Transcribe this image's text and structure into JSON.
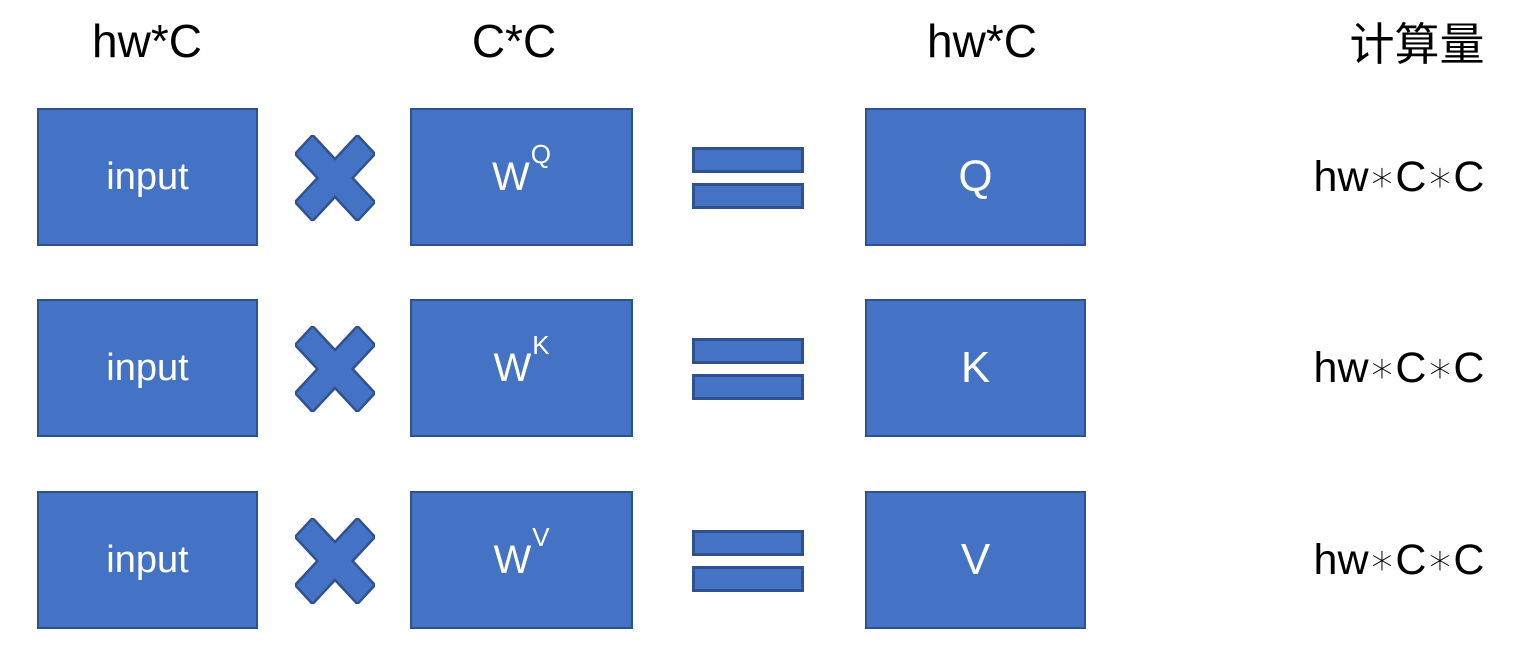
{
  "colors": {
    "shape_fill": "#4472C4",
    "shape_border": "#2F528F",
    "shape_text": "#FFFFFF",
    "label_text": "#000000",
    "background": "#FFFFFF"
  },
  "headers": {
    "col_input": "hw*C",
    "col_weight": "C*C",
    "col_result": "hw*C",
    "col_computation": "计算量"
  },
  "icons": {
    "multiply": "✕",
    "equals": "="
  },
  "rows": [
    {
      "input": "input",
      "weight_base": "W",
      "weight_sup": "Q",
      "result": "Q",
      "computation": "hw∗C∗C"
    },
    {
      "input": "input",
      "weight_base": "W",
      "weight_sup": "K",
      "result": "K",
      "computation": "hw∗C∗C"
    },
    {
      "input": "input",
      "weight_base": "W",
      "weight_sup": "V",
      "result": "V",
      "computation": "hw∗C∗C"
    }
  ]
}
